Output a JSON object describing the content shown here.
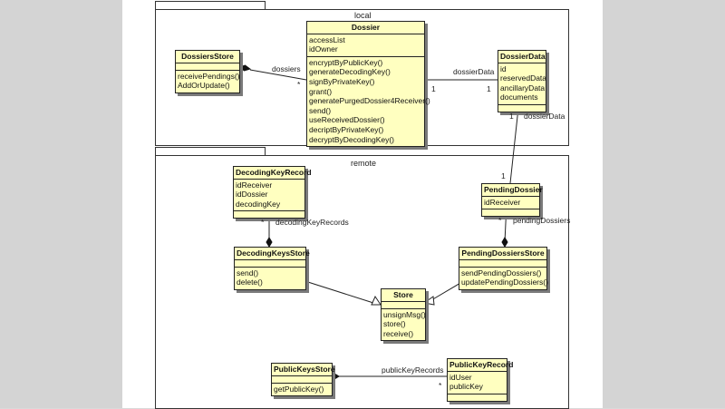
{
  "packages": {
    "local": "local",
    "remote": "remote"
  },
  "classes": {
    "dossier": {
      "name": "Dossier",
      "attributes": [
        "accessList",
        "idOwner"
      ],
      "operations": [
        "encryptByPublicKey()",
        "generateDecodingKey()",
        "signByPrivateKey()",
        "grant()",
        "generatePurgedDossier4Receiver()",
        "send()",
        "useReceivedDossier()",
        "decriptByPrivateKey()",
        "decryptByDecodingKey()"
      ]
    },
    "dossiers_store": {
      "name": "DossiersStore",
      "attributes": [],
      "operations": [
        "receivePendings()",
        "AddOrUpdate()"
      ]
    },
    "dossier_data": {
      "name": "DossierData",
      "attributes": [
        "id",
        "reservedData",
        "ancillaryData",
        "documents"
      ],
      "operations": []
    },
    "decoding_key_record": {
      "name": "DecodingKeyRecord",
      "attributes": [
        "idReceiver",
        "idDossier",
        "decodingKey"
      ],
      "operations": []
    },
    "pending_dossier": {
      "name": "PendingDossier",
      "attributes": [
        "idReceiver"
      ],
      "operations": []
    },
    "decoding_keys_store": {
      "name": "DecodingKeysStore",
      "attributes": [],
      "operations": [
        "send()",
        "delete()"
      ]
    },
    "pending_dossiers_store": {
      "name": "PendingDossiersStore",
      "attributes": [],
      "operations": [
        "sendPendingDossiers()",
        "updatePendingDossiers()"
      ]
    },
    "store": {
      "name": "Store",
      "attributes": [],
      "operations": [
        "unsignMsg()",
        "store()",
        "receive()"
      ]
    },
    "public_keys_store": {
      "name": "PublicKeysStore",
      "attributes": [],
      "operations": [
        "getPublicKey()"
      ]
    },
    "public_key_record": {
      "name": "PublicKeyRecord",
      "attributes": [
        "idUser",
        "publicKey"
      ],
      "operations": []
    }
  },
  "associations": {
    "dossiers": {
      "role": "dossiers",
      "mult": "*"
    },
    "dossier_data": {
      "role": "dossierData",
      "mult_a": "1",
      "mult_b": "1"
    },
    "pending_dossier_data": {
      "role": "dossierData",
      "mult_a": "1",
      "mult_b": "1"
    },
    "decoding_key_records": {
      "role": "decodingKeyRecords",
      "mult": "*"
    },
    "pending_dossiers": {
      "role": "pendingDossiers",
      "mult": "*"
    },
    "public_key_records": {
      "role": "publicKeyRecords",
      "mult": "*"
    }
  }
}
